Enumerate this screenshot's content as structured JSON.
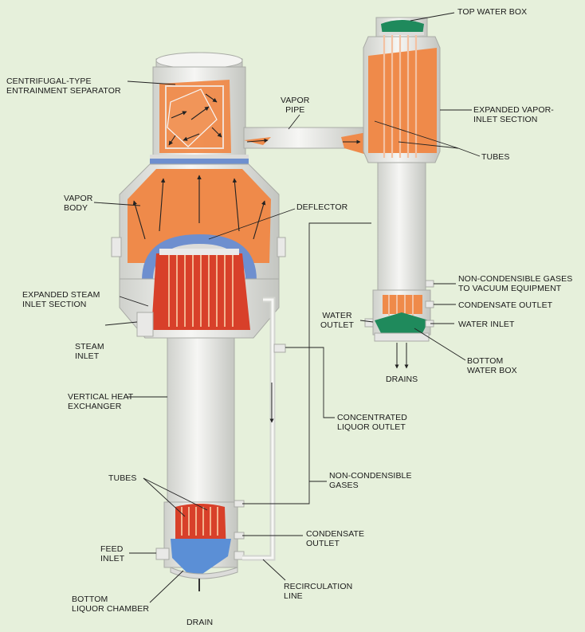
{
  "labels": {
    "top_water_box": [
      "TOP WATER BOX"
    ],
    "centrifugal_separator": [
      "CENTRIFUGAL-TYPE",
      "ENTRAINMENT SEPARATOR"
    ],
    "vapor_pipe": [
      "VAPOR",
      "PIPE"
    ],
    "expanded_vapor_inlet": [
      "EXPANDED VAPOR-",
      "INLET SECTION"
    ],
    "tubes_upper": [
      "TUBES"
    ],
    "vapor_body": [
      "VAPOR",
      "BODY"
    ],
    "deflector": [
      "DEFLECTOR"
    ],
    "non_condensible_vacuum": [
      "NON-CONDENSIBLE GASES",
      "TO VACUUM EQUIPMENT"
    ],
    "condensate_outlet_upper": [
      "CONDENSATE OUTLET"
    ],
    "expanded_steam_inlet": [
      "EXPANDED STEAM",
      "INLET SECTION"
    ],
    "water_outlet": [
      "WATER",
      "OUTLET"
    ],
    "water_inlet": [
      "WATER INLET"
    ],
    "steam_inlet": [
      "STEAM",
      "INLET"
    ],
    "bottom_water_box": [
      "BOTTOM",
      "WATER BOX"
    ],
    "drains": [
      "DRAINS"
    ],
    "vertical_heat_exchanger": [
      "VERTICAL HEAT",
      "EXCHANGER"
    ],
    "concentrated_liquor_outlet": [
      "CONCENTRATED",
      "LIQUOR OUTLET"
    ],
    "non_condensible_gases": [
      "NON-CONDENSIBLE",
      "GASES"
    ],
    "tubes_lower": [
      "TUBES"
    ],
    "condensate_outlet_lower": [
      "CONDENSATE",
      "OUTLET"
    ],
    "feed_inlet": [
      "FEED",
      "INLET"
    ],
    "recirculation_line": [
      "RECIRCULATION",
      "LINE"
    ],
    "bottom_liquor_chamber": [
      "BOTTOM",
      "LIQUOR CHAMBER"
    ],
    "drain": [
      "DRAIN"
    ]
  },
  "colors": {
    "background": "#e6f0db",
    "vessel": "#f1f1f1",
    "vessel_shadow": "#c9cbc6",
    "vapor": "#ef8a4a",
    "steam": "#d8402a",
    "liquor": "#5b8fd6",
    "water": "#1f8a5c",
    "tube": "#f2b08a"
  }
}
